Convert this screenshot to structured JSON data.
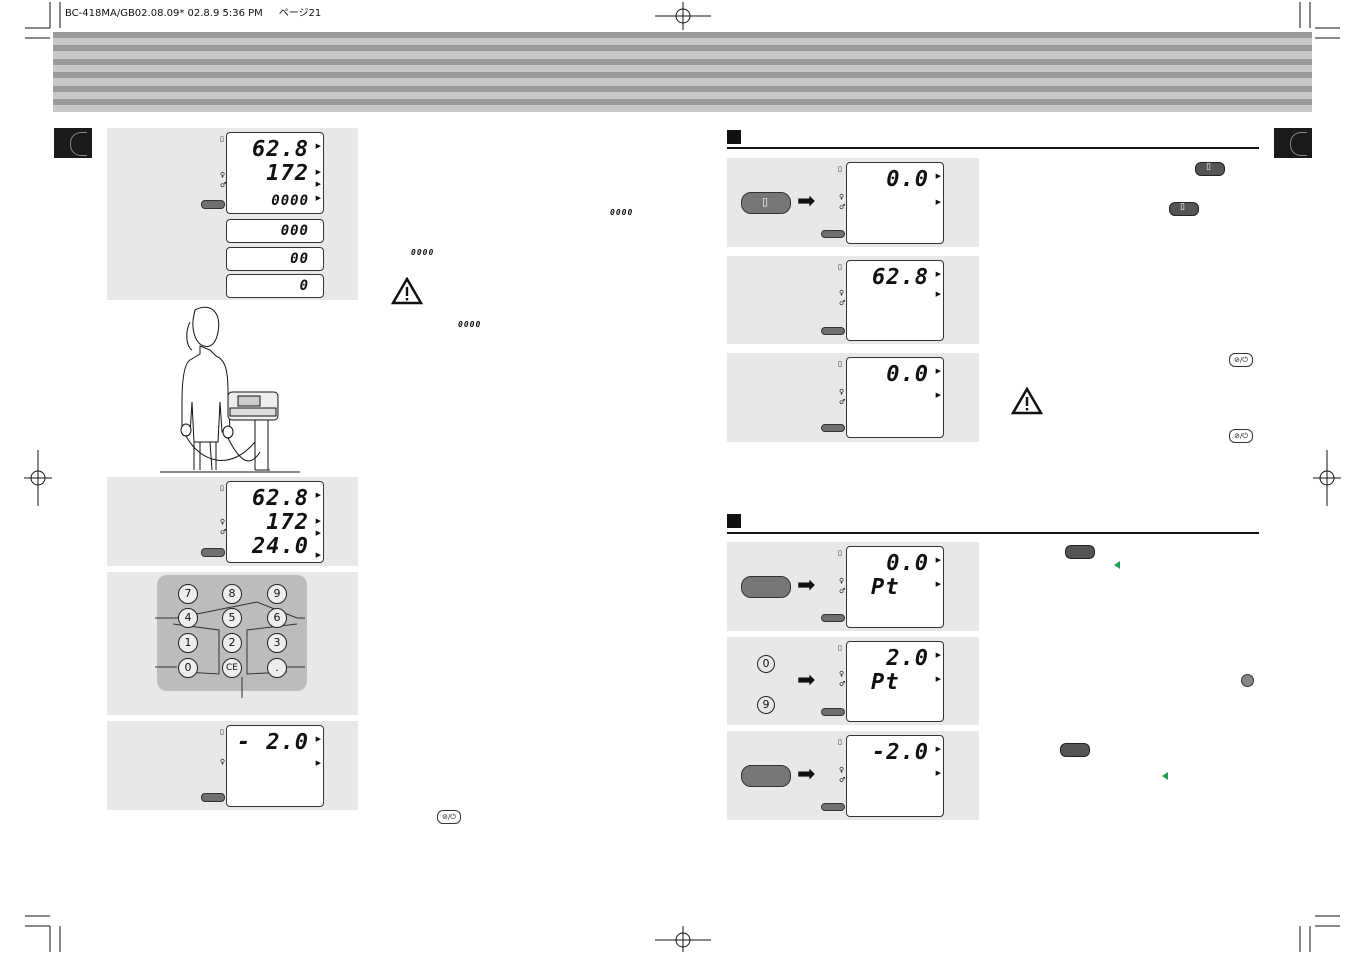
{
  "header": {
    "file_info": "BC-418MA/GB02.08.09* 02.8.9 5:36 PM",
    "page_label": "ページ21"
  },
  "displays": {
    "d1": {
      "l1": "62.8",
      "l2": "172",
      "l3": "0000"
    },
    "d1a": "000",
    "d1b": "00",
    "d1c": "0",
    "d2": {
      "l1": "62.8",
      "l2": "172",
      "l3": "24.0"
    },
    "d3": {
      "l1": "-",
      "l2": "2.0"
    },
    "r1": "0.0",
    "r2": "62.8",
    "r3": "0.0",
    "r4": {
      "l1": "0.0",
      "l2": "Pt"
    },
    "r5": {
      "l1": "2.0",
      "l2": "Pt"
    },
    "r6": "-2.0"
  },
  "inline_codes": {
    "c1": "0000",
    "c2": "0000",
    "c3": "0000"
  },
  "keypad": [
    "7",
    "8",
    "9",
    "4",
    "5",
    "6",
    "1",
    "2",
    "3",
    "0",
    "CE",
    "."
  ],
  "side_keys": {
    "k0": "0",
    "k9": "9"
  },
  "colors": {
    "panel": "#e8e8e8",
    "stripe": "#9a9a9a",
    "green": "#20a050"
  }
}
